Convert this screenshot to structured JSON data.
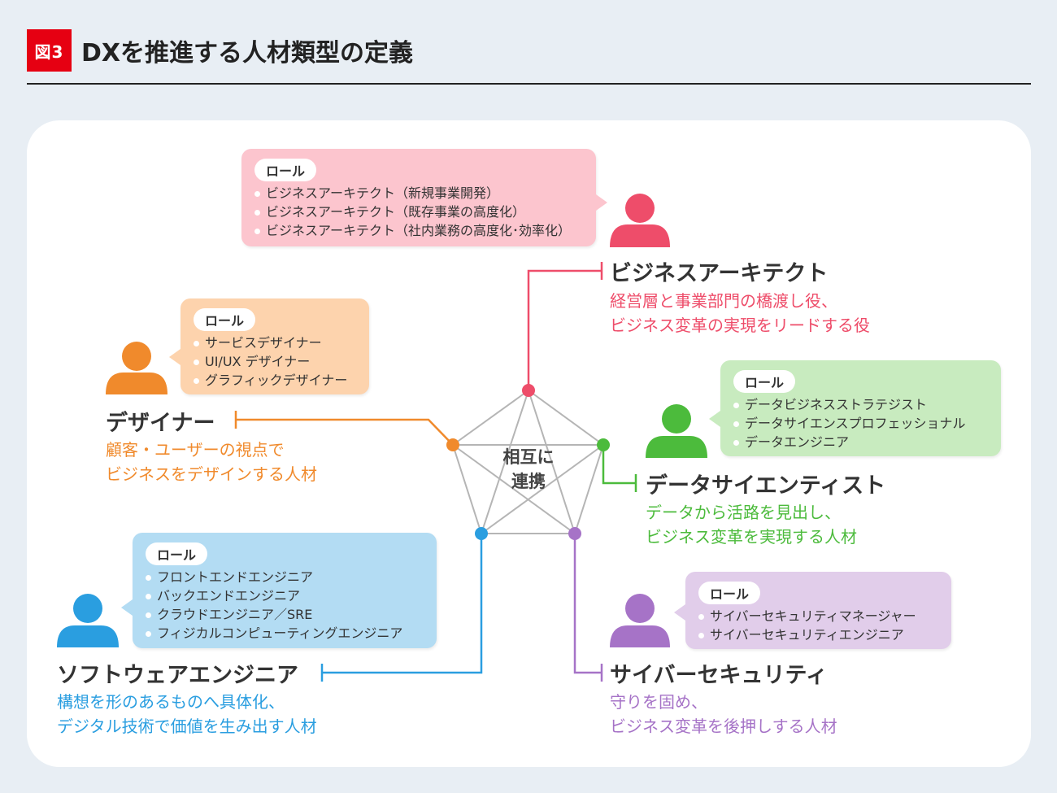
{
  "figure": {
    "badge": "図3",
    "title": "DXを推進する人材類型の定義"
  },
  "center": {
    "line1": "相互に",
    "line2": "連携"
  },
  "roles": {
    "business_architect": {
      "title": "ビジネスアーキテクト",
      "desc": [
        "経営層と事業部門の橋渡し役、",
        "ビジネス変革の実現をリードする役"
      ],
      "role_label": "ロール",
      "items": [
        "ビジネスアーキテクト（新規事業開発）",
        "ビジネスアーキテクト（既存事業の高度化）",
        "ビジネスアーキテクト（社内業務の高度化･効率化）"
      ],
      "color": "#ee4d6a",
      "bubble_bg": "#fcc5ce"
    },
    "designer": {
      "title": "デザイナー",
      "desc": [
        "顧客・ユーザーの視点で",
        "ビジネスをデザインする人材"
      ],
      "role_label": "ロール",
      "items": [
        "サービスデザイナー",
        "UI/UX デザイナー",
        "グラフィックデザイナー"
      ],
      "color": "#f08a2c",
      "bubble_bg": "#fdd3ad"
    },
    "data_scientist": {
      "title": "データサイエンティスト",
      "desc": [
        "データから活路を見出し、",
        "ビジネス変革を実現する人材"
      ],
      "role_label": "ロール",
      "items": [
        "データビジネスストラテジスト",
        "データサイエンスプロフェッショナル",
        "データエンジニア"
      ],
      "color": "#4cbb3c",
      "bubble_bg": "#c8ebbf"
    },
    "software_engineer": {
      "title": "ソフトウェアエンジニア",
      "desc": [
        "構想を形のあるものへ具体化、",
        "デジタル技術で価値を生み出す人材"
      ],
      "role_label": "ロール",
      "items": [
        "フロントエンドエンジニア",
        "バックエンドエンジニア",
        "クラウドエンジニア／SRE",
        "フィジカルコンピューティングエンジニア"
      ],
      "color": "#2a9ee0",
      "bubble_bg": "#b3dcf3"
    },
    "cybersecurity": {
      "title": "サイバーセキュリティ",
      "desc": [
        "守りを固め、",
        "ビジネス変革を後押しする人材"
      ],
      "role_label": "ロール",
      "items": [
        "サイバーセキュリティマネージャー",
        "サイバーセキュリティエンジニア"
      ],
      "color": "#a673c7",
      "bubble_bg": "#e1cdea"
    }
  }
}
